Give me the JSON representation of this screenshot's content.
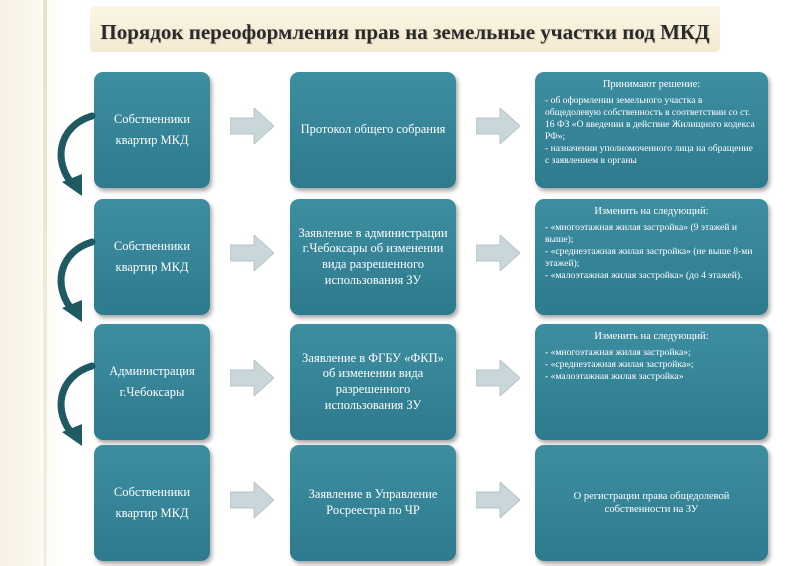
{
  "title": "Порядок переоформления прав на земельные участки под МКД",
  "rows": [
    {
      "subject": "Собственники квартир МКД",
      "action": "Протокол общего собрания",
      "result_head": "Принимают решение:",
      "result_lines": [
        "- об оформлении земельного участка в общедолевую собственность в соответствии со ст. 16 ФЗ «О введении в действие Жилищного кодекса РФ»;",
        "- назначении уполномоченного лица на обращение с заявлением в органы"
      ]
    },
    {
      "subject": "Собственники квартир МКД",
      "action": "Заявление в администрации г.Чебоксары об изменении вида разрешенного использования ЗУ",
      "result_head": "Изменить на следующий:",
      "result_lines": [
        "- «многоэтажная жилая застройка» (9 этажей и выше);",
        "- «среднеэтажная жилая застройка» (не выше 8-ми этажей);",
        "- «малоэтажная жилая застройка» (до 4 этажей)."
      ]
    },
    {
      "subject": "Администрация г.Чебоксары",
      "action": "Заявление в ФГБУ «ФКП» об изменении вида разрешенного использования ЗУ",
      "result_head": "Изменить на следующий:",
      "result_lines": [
        "- «многоэтажная жилая застройка»;",
        "- «среднеэтажная жилая застройка»;",
        "- «малоэтажная жилая застройка»"
      ]
    },
    {
      "subject": "Собственники квартир МКД",
      "action": "Заявление в Управление Росреестра по ЧР",
      "result_text": "О регистрации права общедолевой собственности на ЗУ"
    }
  ],
  "colors": {
    "box": "#2e7a8e",
    "arrow": "#c9d6da",
    "curve": "#1f5a63",
    "title_bg": "#f3ead0"
  }
}
